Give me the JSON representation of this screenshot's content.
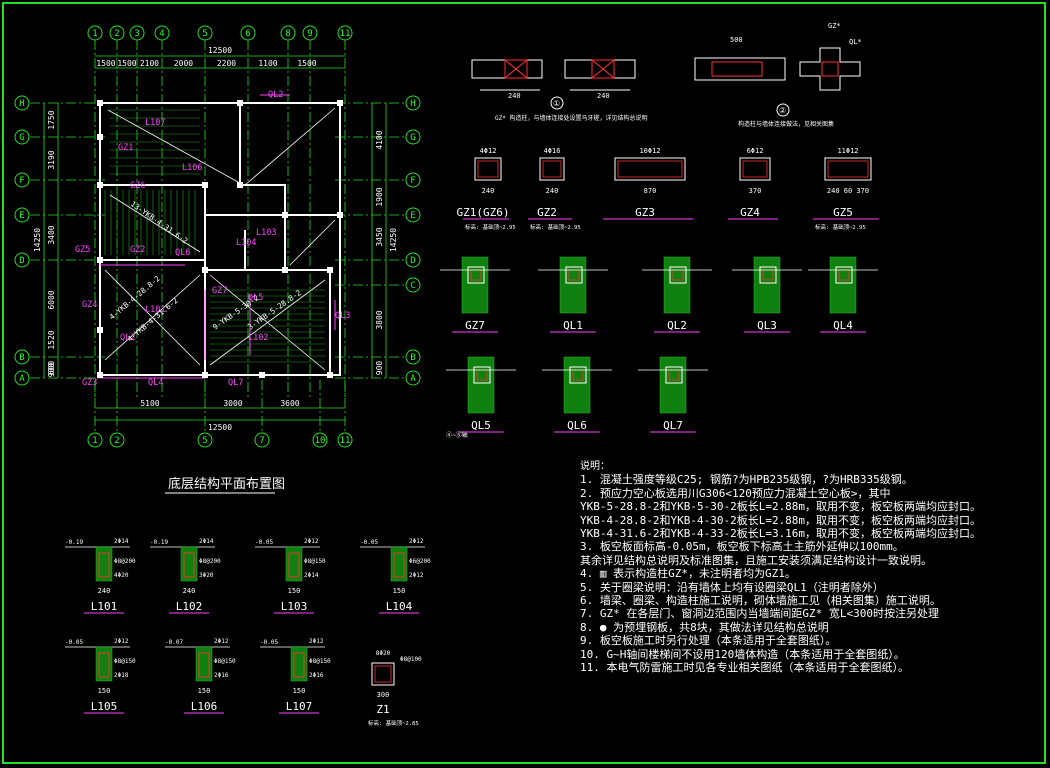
{
  "plan": {
    "title": "底层结构平面布置图",
    "axes_top": [
      "1",
      "2",
      "3",
      "4",
      "5",
      "6",
      "8",
      "9",
      "11"
    ],
    "axes_bottom": [
      "1",
      "2",
      "5",
      "7",
      "10",
      "11"
    ],
    "axes_left": [
      "H",
      "G",
      "F",
      "E",
      "D",
      "B",
      "A"
    ],
    "axes_right": [
      "H",
      "G",
      "F",
      "E",
      "D",
      "C",
      "B",
      "A"
    ],
    "dims_top_total": "12500",
    "dims_top": [
      "1500",
      "1500",
      "2100",
      "2000",
      "2200",
      "1100",
      "1500"
    ],
    "dims_bottom": [
      "5100",
      "3000",
      "3600"
    ],
    "dims_bottom_total": "12500",
    "dims_left": [
      "1750",
      "3190",
      "3400",
      "6000",
      "1520",
      "600",
      "900"
    ],
    "dims_left_total": "14250",
    "dims_right": [
      "4100",
      "1900",
      "3450",
      "3800",
      "900"
    ],
    "dims_right_total": "14250",
    "labels": [
      "GZ5",
      "GZ4",
      "GZ3",
      "GZ2",
      "GZ1",
      "GZ7",
      "GZ6",
      "QL2",
      "QL4",
      "QL6",
      "L106",
      "L107",
      "L103",
      "L104",
      "L101",
      "L102",
      "QL1",
      "QL5",
      "QL3",
      "QL7"
    ],
    "slab_labels": [
      "4-YKB-4-28.8-2",
      "3-YKB-5-28.8-2",
      "4-YKB-4-31.6-2",
      "13-YKB-4-31.6-2",
      "9-YKB-5-30-2"
    ]
  },
  "top_sections": {
    "sec1_num": "①",
    "sec2_num": "②",
    "sec1_note": "GZ* 构造柱，与墙体连接处设置马牙槎，详见结构总说明",
    "sec2_note": "构造柱与墙体连接做法，见相关图集",
    "dim_240": "240",
    "dim_500": "500",
    "label_gz": "GZ*",
    "label_ql": "QL*"
  },
  "columns": [
    {
      "name": "GZ1(GZ6)",
      "note": "标高: 基础顶~2.95",
      "w": "240",
      "bar": "4Φ12"
    },
    {
      "name": "GZ2",
      "note": "标高: 基础顶~2.95",
      "w": "240",
      "bar": "4Φ16"
    },
    {
      "name": "GZ3",
      "note": "",
      "w": "870",
      "bar": "10Φ12"
    },
    {
      "name": "GZ4",
      "note": "",
      "w": "370",
      "bar": "6Φ12"
    },
    {
      "name": "GZ5",
      "note": "标高: 基础顶~2.95",
      "w": "240 60 370",
      "bar": "11Φ12"
    }
  ],
  "beams_ql": [
    {
      "name": "GZ7",
      "note": ""
    },
    {
      "name": "QL1",
      "note": ""
    },
    {
      "name": "QL2",
      "note": ""
    },
    {
      "name": "QL3",
      "note": ""
    },
    {
      "name": "QL4",
      "note": ""
    },
    {
      "name": "QL5",
      "note": "④~⑤轴"
    },
    {
      "name": "QL6",
      "note": ""
    },
    {
      "name": "QL7",
      "note": ""
    }
  ],
  "beams_l": [
    {
      "name": "L101",
      "top": "2Φ14",
      "bot": "4Φ20",
      "stir": "Φ8@200",
      "elev": "-0.19",
      "w": "240"
    },
    {
      "name": "L102",
      "top": "2Φ14",
      "bot": "3Φ20",
      "stir": "Φ8@200",
      "elev": "-0.19",
      "w": "240"
    },
    {
      "name": "L103",
      "top": "2Φ12",
      "bot": "2Φ14",
      "stir": "Φ8@150",
      "elev": "-0.05",
      "w": "150"
    },
    {
      "name": "L104",
      "top": "2Φ12",
      "bot": "2Φ12",
      "stir": "Φ6@200",
      "elev": "-0.05",
      "w": "150"
    },
    {
      "name": "L105",
      "top": "2Φ12",
      "bot": "2Φ18",
      "stir": "Φ8@150",
      "elev": "-0.05",
      "w": "150"
    },
    {
      "name": "L106",
      "top": "2Φ12",
      "bot": "2Φ16",
      "stir": "Φ8@150",
      "elev": "-0.07",
      "w": "150"
    },
    {
      "name": "L107",
      "top": "2Φ12",
      "bot": "2Φ16",
      "stir": "Φ8@150",
      "elev": "-0.05",
      "w": "150"
    },
    {
      "name": "Z1",
      "top": "8Φ20",
      "bot": "",
      "stir": "Φ8@100",
      "elev": "标高: 基础顶~2.85",
      "w": "300"
    }
  ],
  "notes": {
    "heading": "说明：",
    "lines": [
      "1. 混凝土强度等级C25; 钢筋?为HPB235级钢，?为HRB335级钢。",
      "2. 预应力空心板选用川G306<120预应力混凝土空心板>，其中",
      "   YKB-5-28.8-2和YKB-5-30-2板长L=2.88m，取用不变，板空板两端均应封口。",
      "   YKB-4-28.8-2和YKB-4-30-2板长L=2.88m，取用不变，板空板两端均应封口。",
      "   YKB-4-31.6-2和YKB-4-33-2板长L=3.16m，取用不变，板空板两端均应封口。",
      "3. 板空板面标高-0.05m，板空板下标高土主筋外延伸以100mm。",
      "   其余详见结构总说明及标准图集，且施工安装须满足结构设计一致说明。",
      "4. ▥ 表示构造柱GZ*，未注明者均为GZ1。",
      "5. 关于圈梁说明：沿有墙体上均有设圈梁QL1（注明者除外）",
      "6. 墙梁、圈梁、构造柱施工说明，砌体墙施工见（相关图集）施工说明。",
      "7. GZ* 在各层门、窗洞边范围内当墙端间距GZ* 宽L<300时按注另处理",
      "8. ● 为预埋钢板，共8块，其做法详见结构总说明",
      "9. 板空板施工时另行处理（本条适用于全套图纸）。",
      "10. G~H轴间楼梯间不设用120墙体构造（本条适用于全套图纸）。",
      "11. 本电气防雷施工时见各专业相关图纸（本条适用于全套图纸）。"
    ]
  },
  "colors": {
    "bg": "#000000",
    "frame": "#20e020",
    "wall": "#ffffff",
    "axis": "#20ff20",
    "member": "#ff40ff",
    "rebar": "#ff3030",
    "hatch": "#20a020"
  }
}
